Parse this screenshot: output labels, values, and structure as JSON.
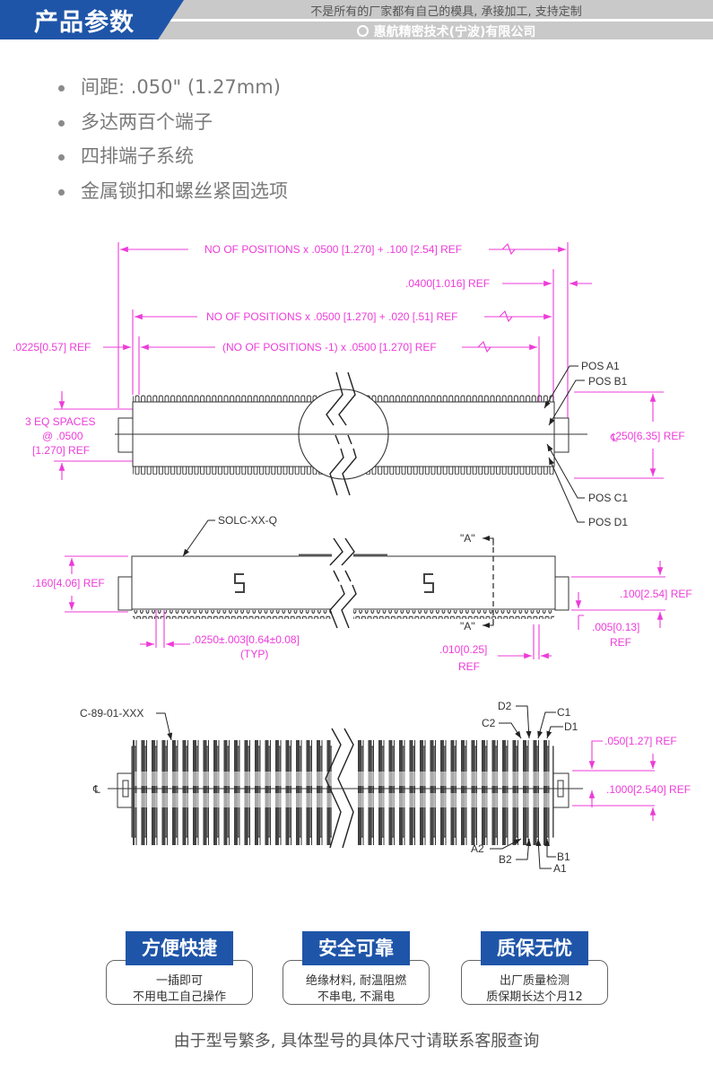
{
  "header": {
    "title": "产品参数",
    "tagline": "不是所有的厂家都有自己的模具, 承接加工, 支持定制",
    "company": "惠航精密技术(宁波)有限公司",
    "brand_blue": "#1f55a8",
    "header_gray": "#c9c9c9"
  },
  "features": [
    "间距: .050\" (1.27mm)",
    "多达两百个端子",
    "四排端子系统",
    "金属锁扣和螺丝紧固选项"
  ],
  "drawing": {
    "dimension_color": "#ee3bd9",
    "top_view": {
      "dim_overall": "NO OF POSITIONS x .0500 [1.270] + .100 [2.54] REF",
      "dim_0400": ".0400[1.016] REF",
      "dim_body": "NO OF POSITIONS x .0500 [1.270] + .020 [.51] REF",
      "dim_0225": ".0225[0.57] REF",
      "dim_pitch_span": "(NO OF POSITIONS -1) x .0500 [1.270] REF",
      "eq_spaces_1": "3 EQ SPACES",
      "eq_spaces_2": "@ .0500",
      "eq_spaces_3": "[1.270] REF",
      "pos_a1": "POS A1",
      "pos_b1": "POS B1",
      "pos_c1": "POS C1",
      "pos_d1": "POS D1",
      "centerline": "℄",
      "dim_250": ".250[6.35] REF"
    },
    "side_view": {
      "part_label": "SOLC-XX-Q",
      "section_a": "\"A\"",
      "dim_160": ".160[4.06] REF",
      "dim_lead_1": ".0250±.003[0.64±0.08]",
      "dim_lead_2": "(TYP)",
      "dim_100": ".100[2.54] REF",
      "dim_005_1": ".005[0.13]",
      "dim_005_2": "REF",
      "dim_010_1": ".010[0.25]",
      "dim_010_2": "REF"
    },
    "bottom_view": {
      "part_label": "C-89-01-XXX",
      "centerline": "℄",
      "pins": [
        "D2",
        "C1",
        "C2",
        "D1",
        "A2",
        "B1",
        "B2",
        "A1"
      ],
      "dim_050": ".050[1.27] REF",
      "dim_1000": ".1000[2.540] REF"
    }
  },
  "badges": [
    {
      "title": "方便快捷",
      "line1": "一插即可",
      "line2": "不用电工自己操作"
    },
    {
      "title": "安全可靠",
      "line1": "绝缘材料, 耐温阻燃",
      "line2": "不串电, 不漏电"
    },
    {
      "title": "质保无忧",
      "line1": "出厂质量检测",
      "line2": "质保期长达个月12"
    }
  ],
  "footer_note": "由于型号繁多, 具体型号的具体尺寸请联系客服查询"
}
